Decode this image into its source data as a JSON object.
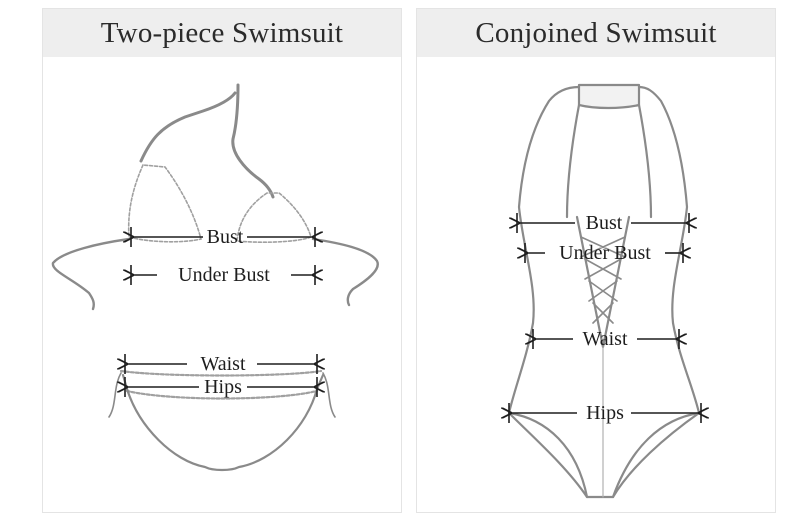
{
  "panels": [
    {
      "title": "Two-piece Swimsuit",
      "measurements": {
        "bust": "Bust",
        "under_bust": "Under Bust",
        "waist": "Waist",
        "hips": "Hips"
      }
    },
    {
      "title": "Conjoined Swimsuit",
      "measurements": {
        "bust": "Bust",
        "under_bust": "Under Bust",
        "waist": "Waist",
        "hips": "Hips"
      }
    }
  ],
  "colors": {
    "outline": "#8a8a8a",
    "arrow": "#1e1e1e",
    "header_bg": "#eeeeee"
  }
}
